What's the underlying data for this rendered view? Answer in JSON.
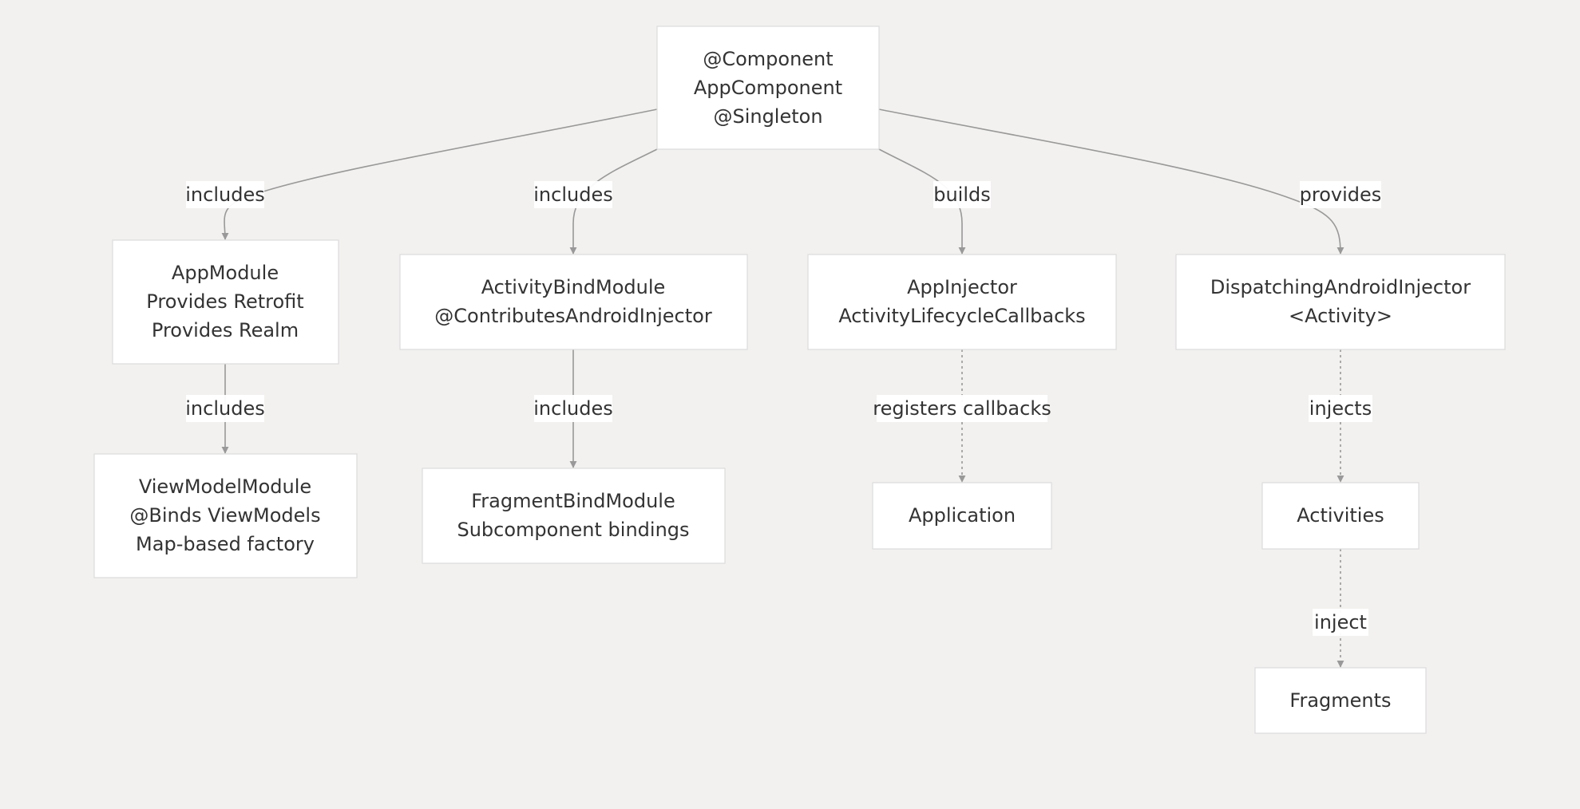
{
  "diagram": {
    "colors": {
      "background": "#f2f1ef",
      "node_fill": "#ffffff",
      "node_border": "#dcdcdc",
      "edge": "#999999",
      "text": "#333333"
    },
    "nodes": {
      "app_component": {
        "lines": [
          "@Component",
          "AppComponent",
          "@Singleton"
        ]
      },
      "app_module": {
        "lines": [
          "AppModule",
          "Provides Retrofit",
          "Provides Realm"
        ]
      },
      "activity_bind_module": {
        "lines": [
          "ActivityBindModule",
          "@ContributesAndroidInjector"
        ]
      },
      "app_injector": {
        "lines": [
          "AppInjector",
          "ActivityLifecycleCallbacks"
        ]
      },
      "dispatching_injector": {
        "lines": [
          "DispatchingAndroidInjector",
          "<Activity>"
        ]
      },
      "viewmodel_module": {
        "lines": [
          "ViewModelModule",
          "@Binds ViewModels",
          "Map-based factory"
        ]
      },
      "fragment_bind_module": {
        "lines": [
          "FragmentBindModule",
          "Subcomponent bindings"
        ]
      },
      "application": {
        "lines": [
          "Application"
        ]
      },
      "activities": {
        "lines": [
          "Activities"
        ]
      },
      "fragments": {
        "lines": [
          "Fragments"
        ]
      }
    },
    "edges": {
      "component_to_appmodule": {
        "label": "includes",
        "style": "solid"
      },
      "component_to_activitybind": {
        "label": "includes",
        "style": "solid"
      },
      "component_to_appinjector": {
        "label": "builds",
        "style": "solid"
      },
      "component_to_dispatching": {
        "label": "provides",
        "style": "solid"
      },
      "appmodule_to_viewmodel": {
        "label": "includes",
        "style": "solid"
      },
      "activitybind_to_fragmentbind": {
        "label": "includes",
        "style": "solid"
      },
      "appinjector_to_application": {
        "label": "registers callbacks",
        "style": "dotted"
      },
      "dispatching_to_activities": {
        "label": "injects",
        "style": "dotted"
      },
      "activities_to_fragments": {
        "label": "inject",
        "style": "dotted"
      }
    }
  }
}
